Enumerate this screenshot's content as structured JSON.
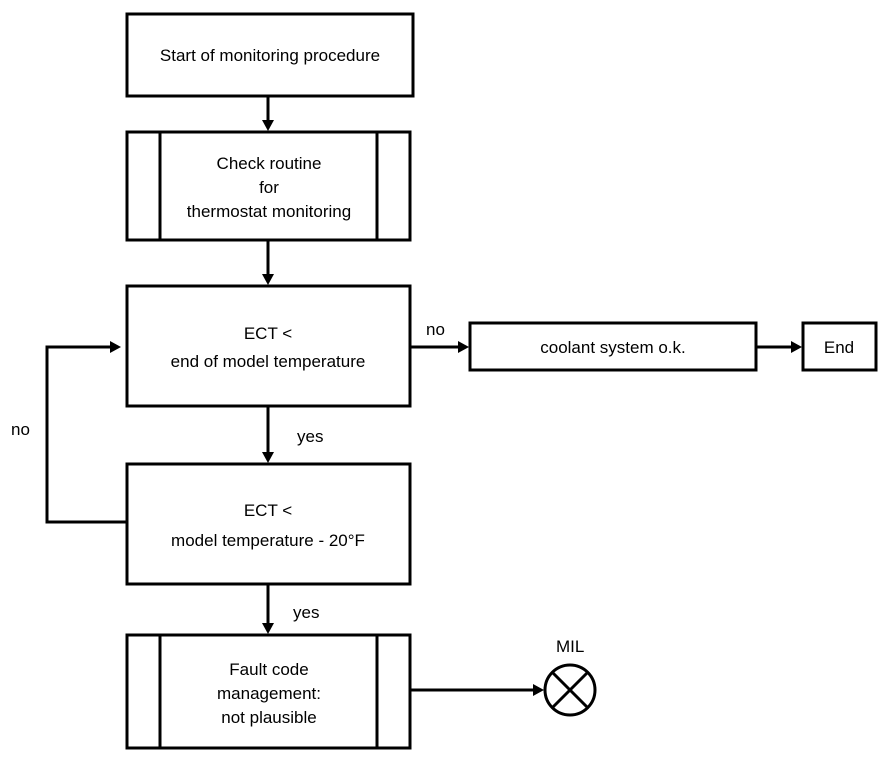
{
  "diagram": {
    "start": "Start of monitoring procedure",
    "check": {
      "line1": "Check routine",
      "line2": "for",
      "line3": "thermostat monitoring"
    },
    "decision1": {
      "line1": "ECT <",
      "line2": "end of model temperature"
    },
    "coolant_ok": "coolant system o.k.",
    "end": "End",
    "decision2": {
      "line1": "ECT <",
      "line2": "model temperature - 20°F"
    },
    "fault": {
      "line1": "Fault code",
      "line2": "management:",
      "line3": "not plausible"
    },
    "mil": "MIL",
    "labels": {
      "no_right": "no",
      "no_left": "no",
      "yes1": "yes",
      "yes2": "yes"
    }
  }
}
